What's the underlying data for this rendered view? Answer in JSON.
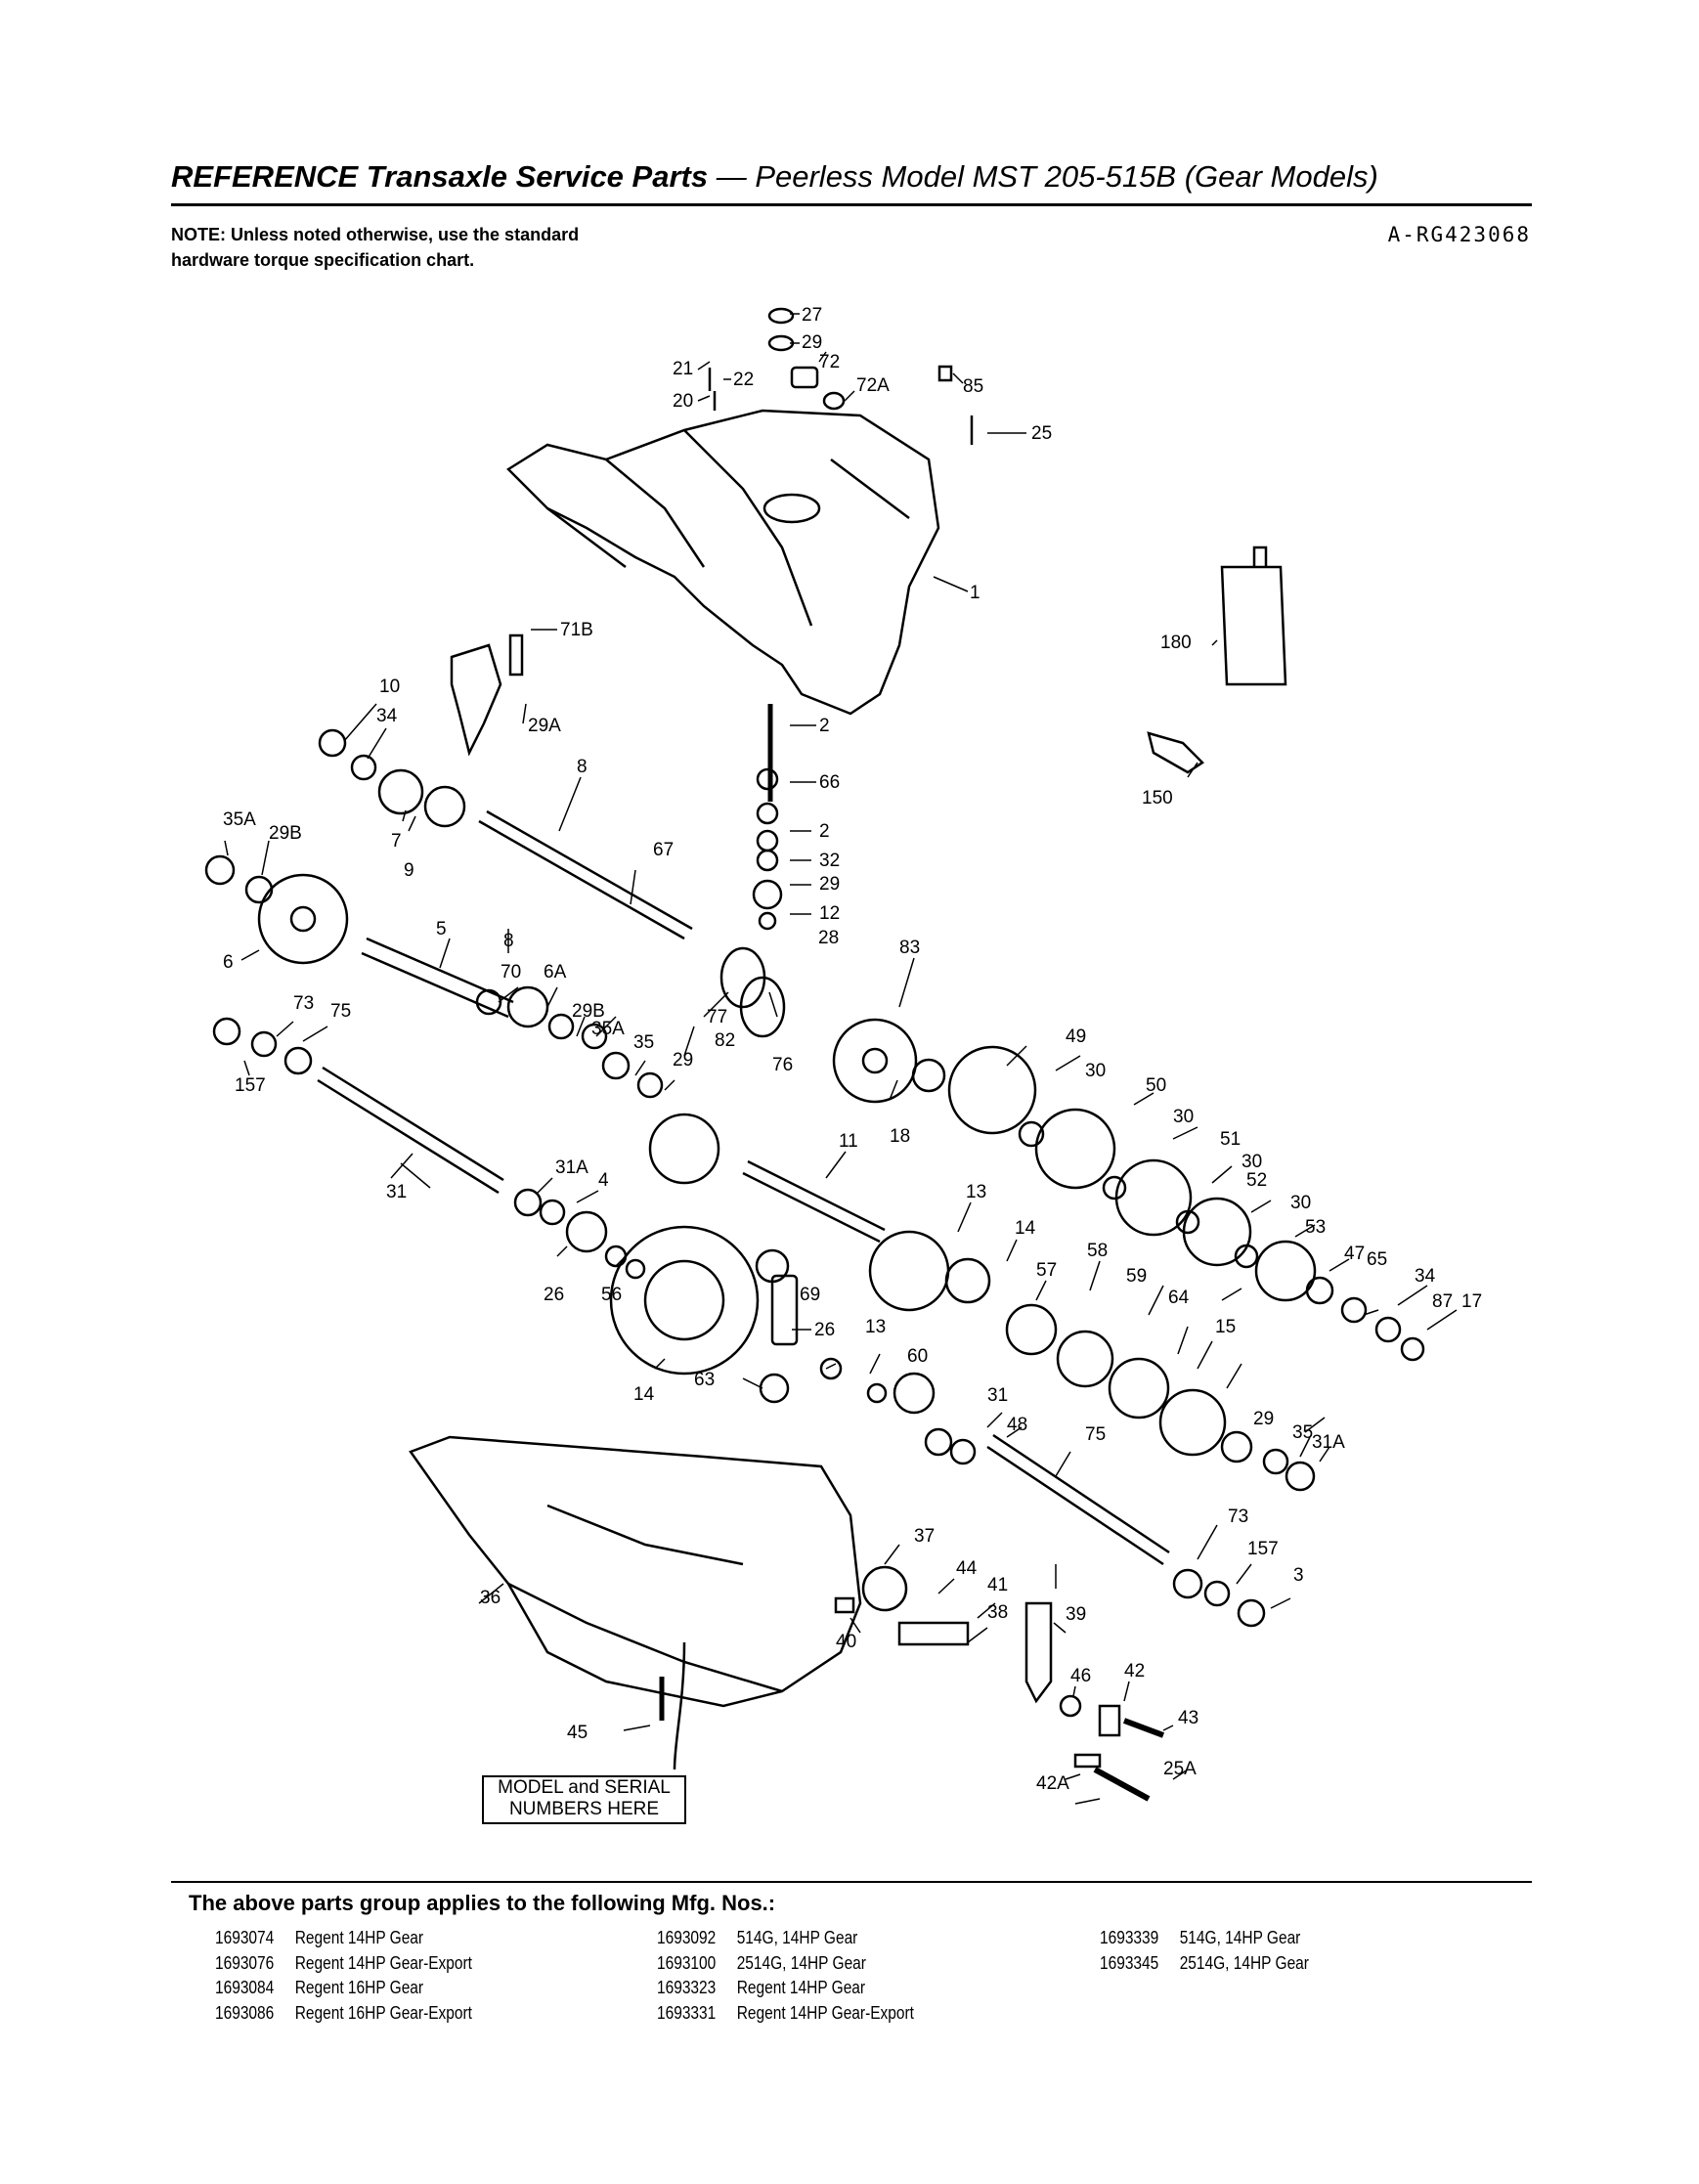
{
  "header": {
    "title_bold": "REFERENCE Transaxle Service Parts",
    "title_rest": " — Peerless Model MST 205-515B (Gear Models)",
    "note": "NOTE: Unless noted otherwise, use the standard hardware torque specification chart.",
    "reference_code": "A-RG423068"
  },
  "diagram": {
    "callouts": [
      "27",
      "29",
      "72",
      "72A",
      "85",
      "21",
      "22",
      "20",
      "25",
      "1",
      "71B",
      "10",
      "34",
      "29A",
      "180",
      "2",
      "66",
      "150",
      "8",
      "7",
      "9",
      "67",
      "35A",
      "29B",
      "2",
      "32",
      "29",
      "12",
      "28",
      "6",
      "5",
      "8",
      "83",
      "70",
      "6A",
      "29B",
      "35A",
      "35",
      "29",
      "77",
      "76",
      "49",
      "73",
      "75",
      "157",
      "82",
      "18",
      "30",
      "50",
      "30",
      "51",
      "30",
      "52",
      "30",
      "53",
      "47",
      "31",
      "31A",
      "4",
      "11",
      "13",
      "26",
      "56",
      "14",
      "69",
      "57",
      "58",
      "59",
      "64",
      "65",
      "34",
      "87",
      "17",
      "26",
      "13",
      "60",
      "15",
      "14",
      "63",
      "29",
      "35",
      "31A",
      "31",
      "48",
      "75",
      "73",
      "157",
      "3",
      "36",
      "37",
      "44",
      "41",
      "39",
      "38",
      "40",
      "46",
      "42",
      "43",
      "25A",
      "45",
      "42A"
    ],
    "serial_box": "MODEL and SERIAL NUMBERS HERE"
  },
  "applies": {
    "heading": "The above parts group applies to the following Mfg. Nos.:",
    "columns": [
      [
        {
          "num": "1693074",
          "desc": "Regent 14HP Gear"
        },
        {
          "num": "1693076",
          "desc": "Regent 14HP Gear-Export"
        },
        {
          "num": "1693084",
          "desc": "Regent 16HP Gear"
        },
        {
          "num": "1693086",
          "desc": "Regent 16HP Gear-Export"
        }
      ],
      [
        {
          "num": "1693092",
          "desc": "514G, 14HP Gear"
        },
        {
          "num": "1693100",
          "desc": "2514G, 14HP Gear"
        },
        {
          "num": "1693323",
          "desc": "Regent 14HP Gear"
        },
        {
          "num": "1693331",
          "desc": "Regent 14HP Gear-Export"
        }
      ],
      [
        {
          "num": "1693339",
          "desc": "514G, 14HP Gear"
        },
        {
          "num": "1693345",
          "desc": "2514G, 14HP Gear"
        }
      ]
    ]
  }
}
